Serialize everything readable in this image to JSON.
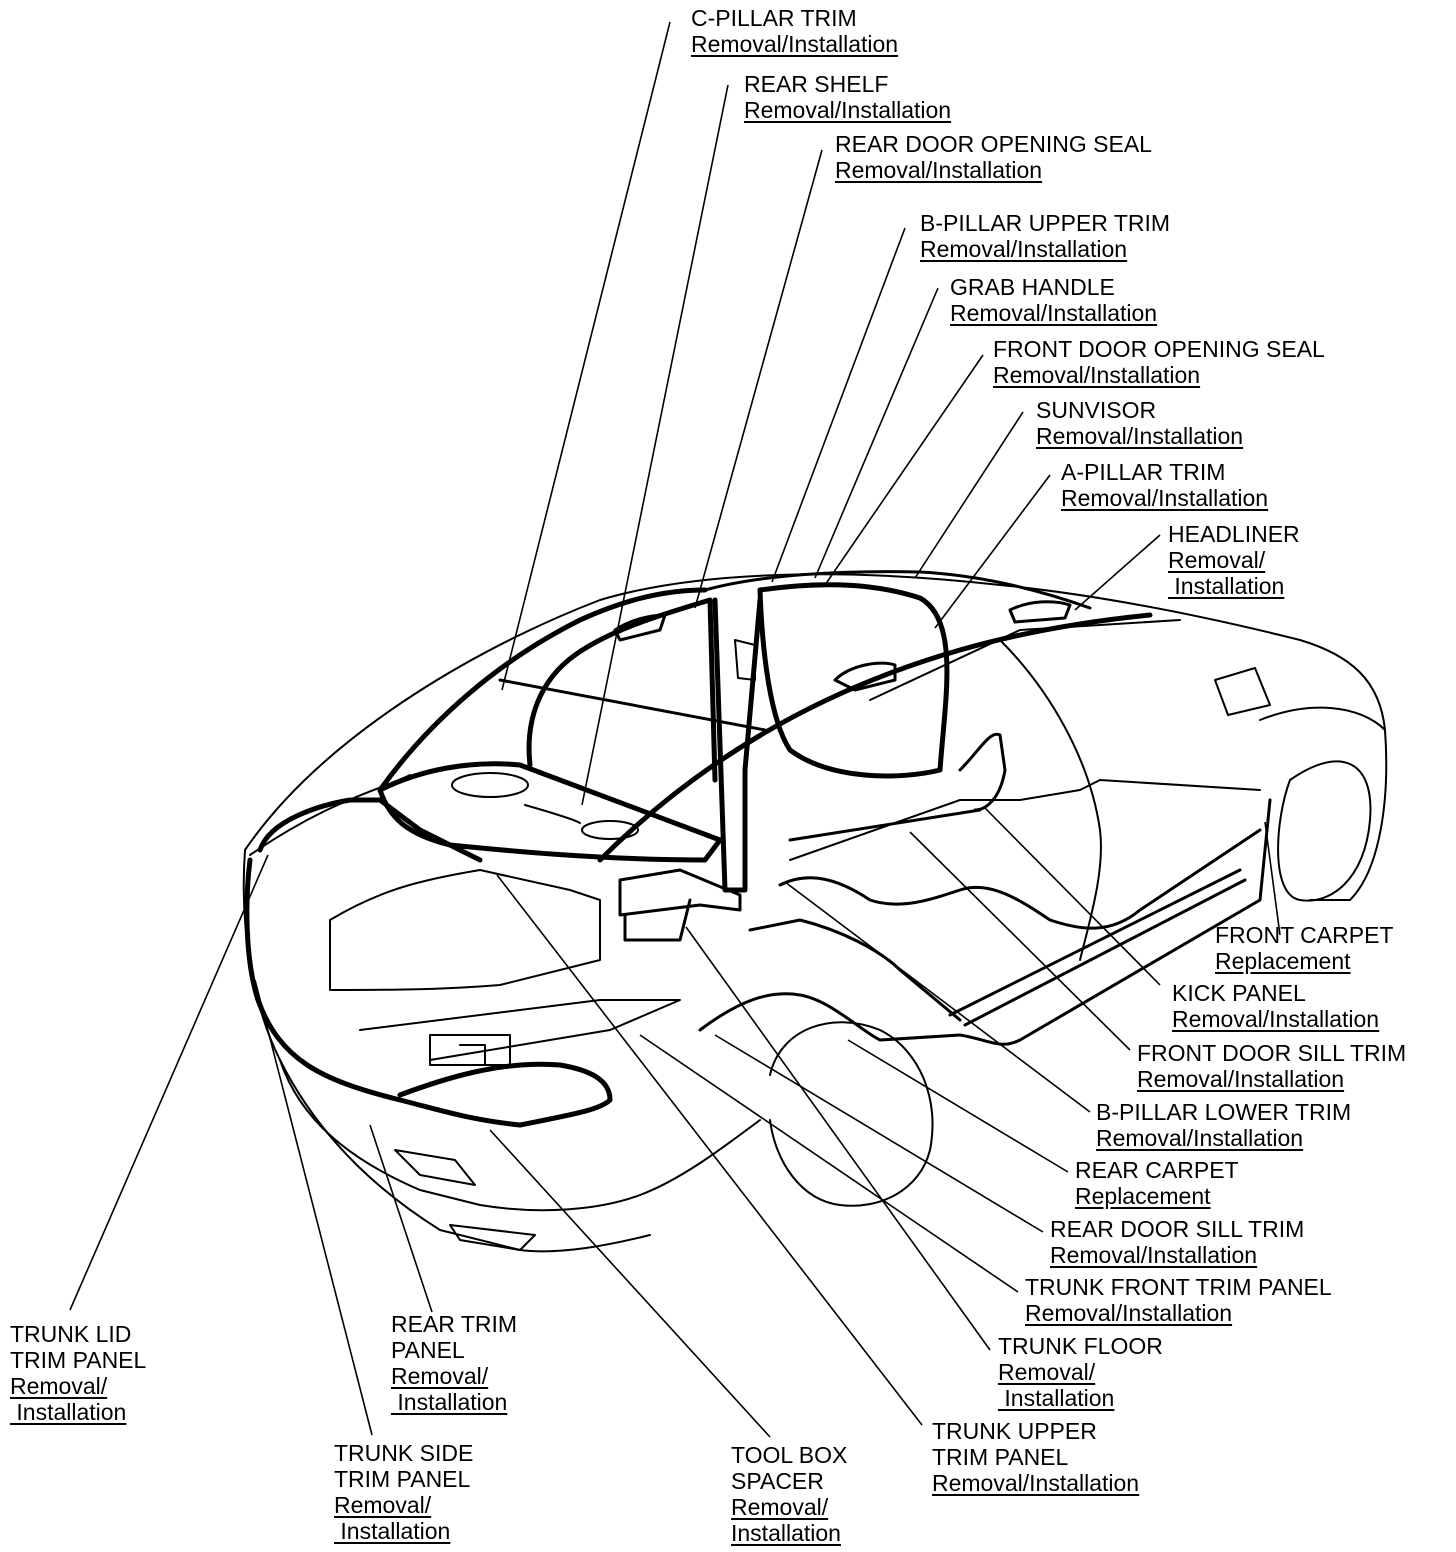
{
  "callouts": [
    {
      "id": "c-pillar-trim",
      "name": "C-PILLAR TRIM",
      "action": "Removal/Installation"
    },
    {
      "id": "rear-shelf",
      "name": "REAR SHELF",
      "action": "Removal/Installation"
    },
    {
      "id": "rear-door-opening-seal",
      "name": "REAR DOOR OPENING SEAL",
      "action": "Removal/Installation"
    },
    {
      "id": "b-pillar-upper-trim",
      "name": "B-PILLAR UPPER TRIM",
      "action": "Removal/Installation"
    },
    {
      "id": "grab-handle",
      "name": "GRAB HANDLE",
      "action": "Removal/Installation"
    },
    {
      "id": "front-door-opening-seal",
      "name": "FRONT DOOR OPENING SEAL",
      "action": "Removal/Installation"
    },
    {
      "id": "sunvisor",
      "name": "SUNVISOR",
      "action": "Removal/Installation"
    },
    {
      "id": "a-pillar-trim",
      "name": "A-PILLAR TRIM",
      "action": "Removal/Installation"
    },
    {
      "id": "headliner",
      "name": "HEADLINER",
      "action1": "Removal/",
      "action2": " Installation"
    },
    {
      "id": "front-carpet",
      "name": "FRONT CARPET",
      "action": "Replacement"
    },
    {
      "id": "kick-panel",
      "name": "KICK PANEL",
      "action": "Removal/Installation"
    },
    {
      "id": "front-door-sill-trim",
      "name": "FRONT DOOR SILL TRIM",
      "action": "Removal/Installation"
    },
    {
      "id": "b-pillar-lower-trim",
      "name": "B-PILLAR LOWER TRIM",
      "action": "Removal/Installation"
    },
    {
      "id": "rear-carpet",
      "name": "REAR CARPET",
      "action": "Replacement"
    },
    {
      "id": "rear-door-sill-trim",
      "name": "REAR DOOR SILL TRIM",
      "action": "Removal/Installation"
    },
    {
      "id": "trunk-front-trim-panel",
      "name": "TRUNK FRONT TRIM PANEL",
      "action": "Removal/Installation"
    },
    {
      "id": "trunk-floor",
      "name": "TRUNK FLOOR",
      "action1": "Removal/",
      "action2": " Installation"
    },
    {
      "id": "trunk-upper-trim-panel",
      "name1": "TRUNK UPPER",
      "name2": "TRIM PANEL",
      "action": "Removal/Installation"
    },
    {
      "id": "tool-box-spacer",
      "name1": "TOOL BOX",
      "name2": "SPACER",
      "action1": "Removal/",
      "action2": "Installation"
    },
    {
      "id": "rear-trim-panel",
      "name1": "REAR TRIM",
      "name2": "PANEL",
      "action1": "Removal/",
      "action2": " Installation"
    },
    {
      "id": "trunk-side-trim-panel",
      "name1": "TRUNK SIDE",
      "name2": "TRIM PANEL",
      "action1": "Removal/",
      "action2": " Installation"
    },
    {
      "id": "trunk-lid-trim-panel",
      "name1": "TRUNK LID",
      "name2": "TRIM PANEL",
      "action1": "Removal/",
      "action2": " Installation"
    }
  ]
}
